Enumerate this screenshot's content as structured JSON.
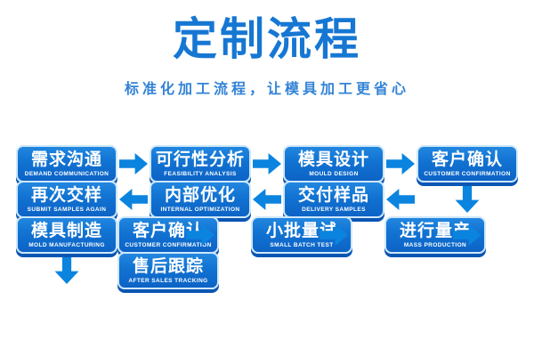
{
  "header": {
    "title": "定制流程",
    "subtitle": "标准化加工流程，让模具加工更省心"
  },
  "colors": {
    "accent_blue": "#1677d3",
    "subtitle_blue": "#3383d6",
    "box_gradient_top": "#2287e0",
    "box_gradient_bottom": "#0c63c6",
    "box_border_light": "#cfe7f9",
    "box_rim_dark": "#0a56b3",
    "arrow_blue": "#0a84df",
    "background": "#ffffff"
  },
  "flow": {
    "steps": [
      {
        "title": "需求沟通",
        "subtitle": "DEMAND COMMUNICATION"
      },
      {
        "title": "可行性分析",
        "subtitle": "FEASIBILITY ANALYSIS"
      },
      {
        "title": "模具设计",
        "subtitle": "MOULD DESIGN"
      },
      {
        "title": "客户确认",
        "subtitle": "CUSTOMER CONFIRMATION"
      },
      {
        "title": "模具制造",
        "subtitle": "MOLD MANUFACTURING"
      },
      {
        "title": "交付样品",
        "subtitle": "DELIVERY SAMPLES"
      },
      {
        "title": "内部优化",
        "subtitle": "INTERNAL OPTIMIZATION"
      },
      {
        "title": "再次交样",
        "subtitle": "SUBMIT SAMPLES AGAIN"
      },
      {
        "title": "客户确认",
        "subtitle": "CUSTOMER CONFIRMATION"
      },
      {
        "title": "小批量试",
        "subtitle": "SMALL BATCH TEST"
      },
      {
        "title": "进行量产",
        "subtitle": "MASS PRODUCTION"
      },
      {
        "title": "售后跟踪",
        "subtitle": "AFTER SALES TRACKING"
      }
    ]
  }
}
